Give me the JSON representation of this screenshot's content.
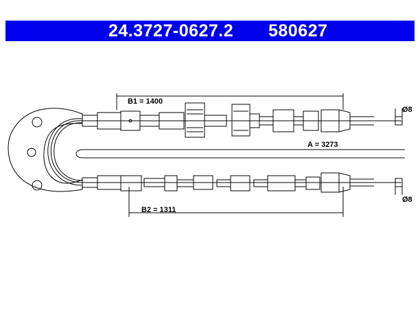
{
  "header": {
    "part_number": "24.3727-0627.2",
    "code": "580627",
    "background_color": "#0000ee",
    "text_color": "#ffffff"
  },
  "dimensions": {
    "b1": "B1 = 1400",
    "b2": "B2 = 1311",
    "a": "A = 3273",
    "d_top": "Ø8",
    "d_bottom": "Ø8"
  }
}
